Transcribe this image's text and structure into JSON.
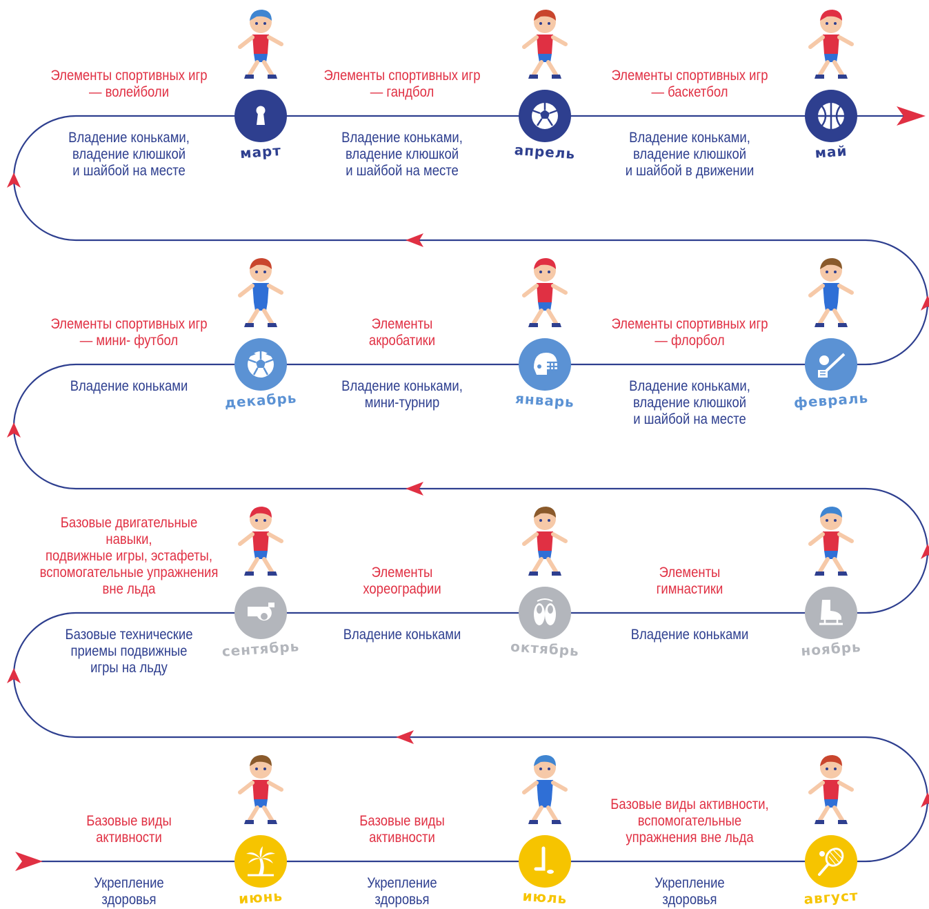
{
  "colors": {
    "track": "#2e3f8f",
    "arrow": "#e03043",
    "text_red": "#e03043",
    "text_blue": "#2e3f8f",
    "spring": "#2e3f8f",
    "winter": "#5b92d4",
    "autumn": "#b3b6bc",
    "summer": "#f6c400"
  },
  "rows": [
    {
      "months": [
        {
          "name": "март",
          "icon": "keyhole-icon",
          "color": "spring",
          "kid": "hockey-kid-running"
        },
        {
          "name": "апрель",
          "icon": "handball-icon",
          "color": "spring",
          "kid": "two-kids-running"
        },
        {
          "name": "май",
          "icon": "basketball-icon",
          "color": "spring",
          "kid": "hockey-kid-skating"
        }
      ],
      "segments": [
        {
          "top": "Элементы спортивных игр\n— волейболи",
          "bottom": "Владение коньками,\nвладение клюшкой\nи шайбой на месте"
        },
        {
          "top": "Элементы спортивных игр\n— гандбол",
          "bottom": "Владение коньками,\nвладение клюшкой\nи шайбой на месте"
        },
        {
          "top": "Элементы спортивных игр\n— баскетбол",
          "bottom": "Владение коньками,\nвладение клюшкой\nи шайбой в движении"
        }
      ]
    },
    {
      "months": [
        {
          "name": "декабрь",
          "icon": "soccer-ball-icon",
          "color": "winter",
          "kid": "kid-kicking-ball"
        },
        {
          "name": "январь",
          "icon": "hockey-helmet-icon",
          "color": "winter",
          "kid": "hockey-kid-with-trophy"
        },
        {
          "name": "февраль",
          "icon": "floorball-icon",
          "color": "winter",
          "kid": "kid-running"
        }
      ],
      "segments": [
        {
          "top": "Элементы спортивных игр\n— мини- футбол",
          "bottom": "Владение коньками"
        },
        {
          "top": "Элементы\nакробатики",
          "bottom": "Владение коньками,\nмини-турнир"
        },
        {
          "top": "Элементы спортивных игр\n— флорбол",
          "bottom": "Владение коньками,\nвладение клюшкой\nи шайбой на месте"
        }
      ]
    },
    {
      "months": [
        {
          "name": "сентябрь",
          "icon": "whistle-icon",
          "color": "autumn",
          "kid": "hockey-kid-standing"
        },
        {
          "name": "октябрь",
          "icon": "ballet-shoes-icon",
          "color": "autumn",
          "kid": "kid-dancing"
        },
        {
          "name": "ноябрь",
          "icon": "ice-skate-icon",
          "color": "autumn",
          "kid": "hockey-kid-with-stick"
        }
      ],
      "segments": [
        {
          "top": "Базовые двигательные навыки,\nподвижные игры, эстафеты,\nвспомогательные упражнения\nвне льда",
          "bottom": "Базовые технические\nприемы подвижные\nигры на льду"
        },
        {
          "top": "Элементы\nхореографии",
          "bottom": "Владение коньками"
        },
        {
          "top": "Элементы\nгимнастики",
          "bottom": "Владение коньками"
        }
      ]
    },
    {
      "months": [
        {
          "name": "июнь",
          "icon": "palm-tree-icon",
          "color": "summer",
          "kid": "kid-walking"
        },
        {
          "name": "июль",
          "icon": "hockey-sticks-icon",
          "color": "summer",
          "kid": "kids-tug-of-war"
        },
        {
          "name": "август",
          "icon": "tennis-racket-icon",
          "color": "summer",
          "kid": "kid-waving"
        }
      ],
      "segments": [
        {
          "top": "Базовые виды\nактивности",
          "bottom": "Укрепление\nздоровья"
        },
        {
          "top": "Базовые виды\nактивности",
          "bottom": "Укрепление\nздоровья"
        },
        {
          "top": "Базовые виды активности,\nвспомогательные\nупражнения вне льда",
          "bottom": "Укрепление\nздоровья"
        }
      ]
    }
  ]
}
